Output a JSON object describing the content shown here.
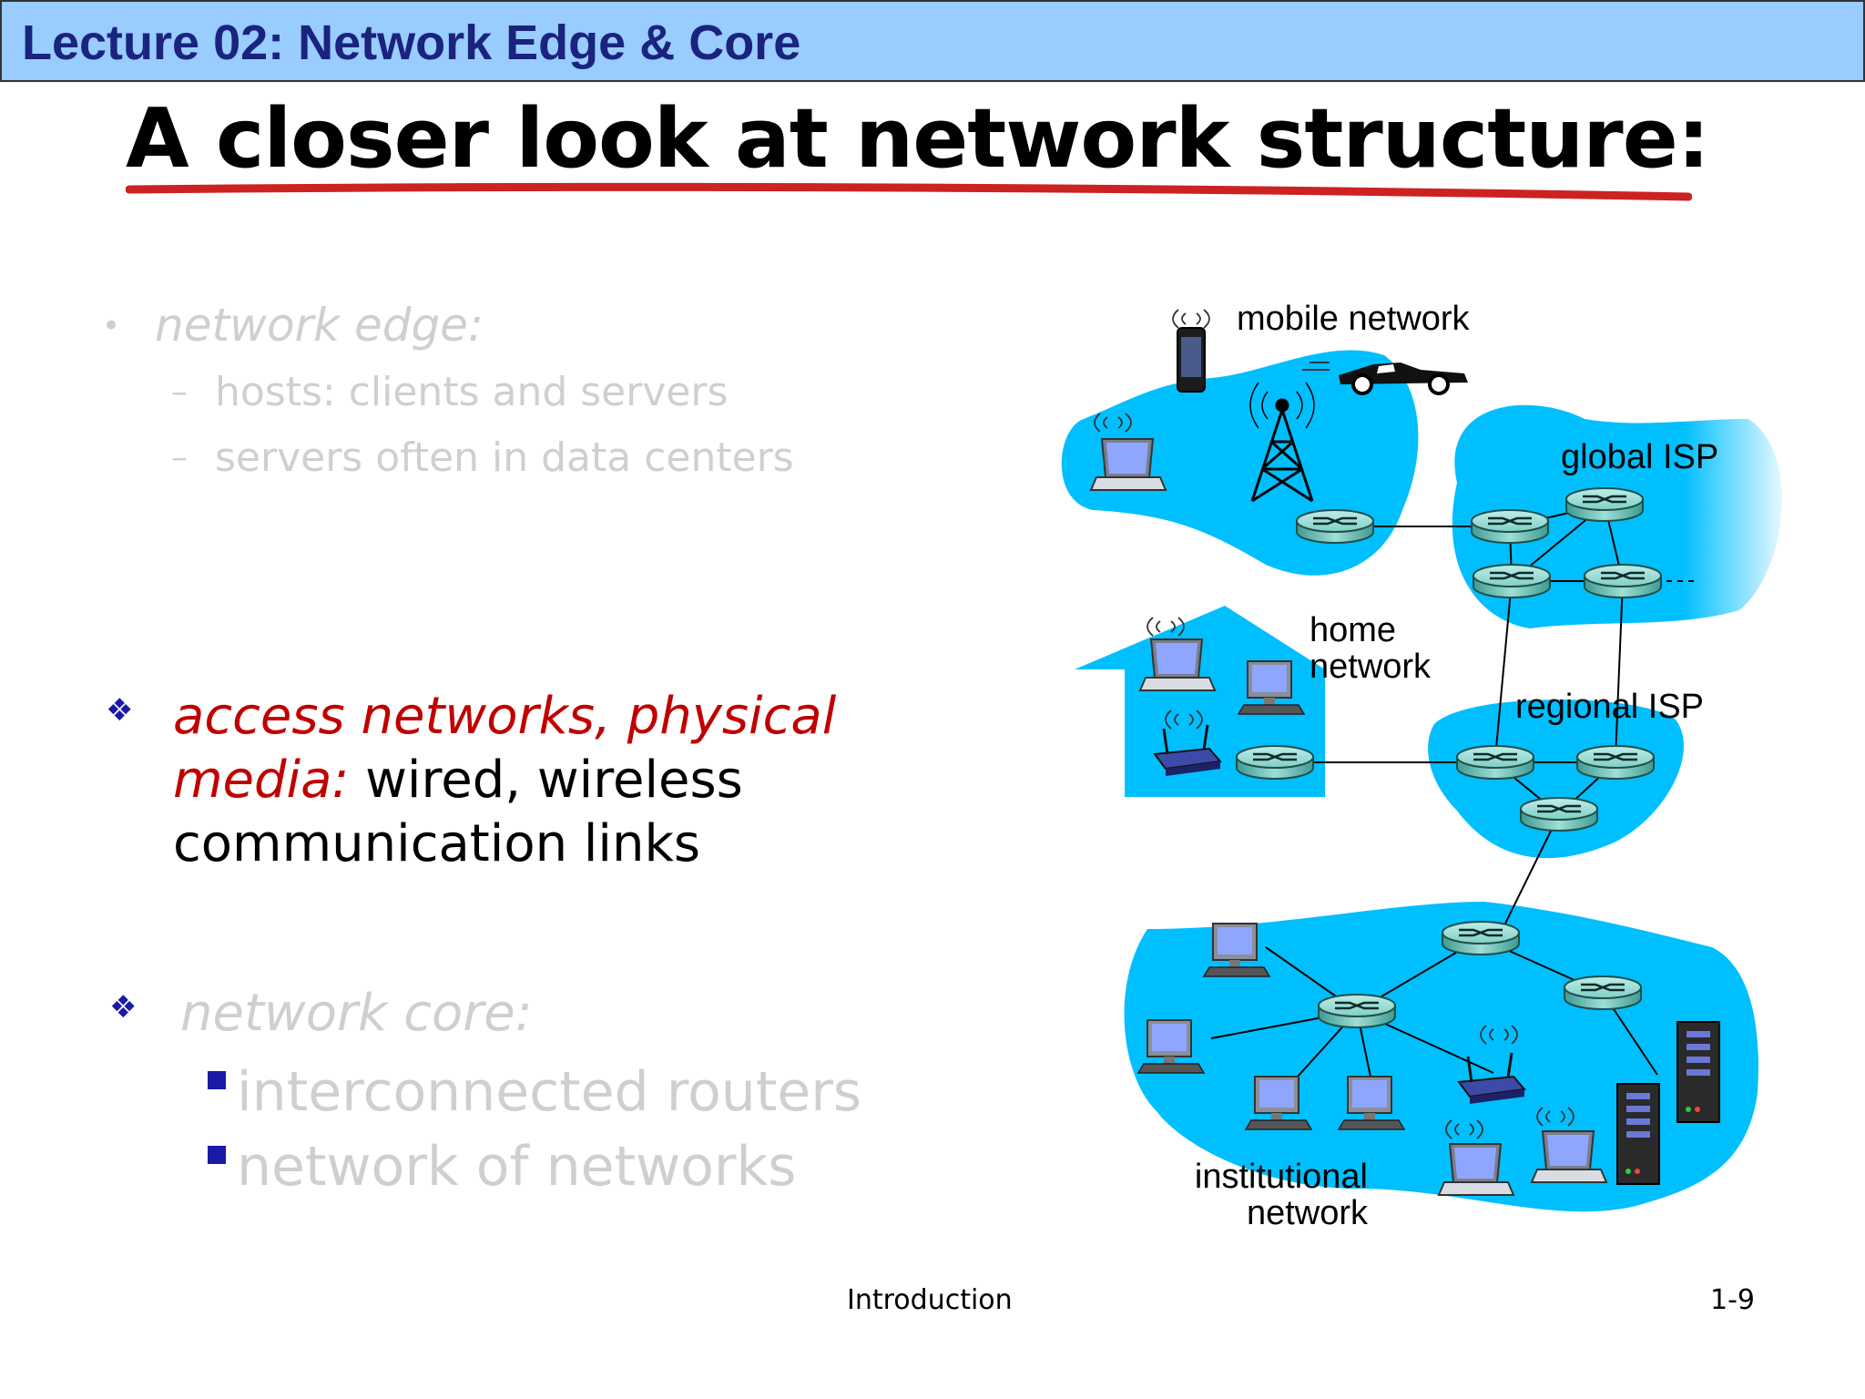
{
  "header": {
    "title": "Lecture 02: Network Edge & Core"
  },
  "slide": {
    "title": "A closer look at network structure:"
  },
  "bullets": {
    "edge": {
      "marker": "•",
      "heading": "network edge:",
      "dash": "–",
      "items": [
        "hosts: clients and servers",
        "servers often in data centers"
      ]
    },
    "access": {
      "marker": "❖",
      "heading": "access networks, physical media:",
      "rest": "wired, wireless communication links"
    },
    "core": {
      "marker": "❖",
      "heading": "network core:",
      "items": [
        "interconnected routers",
        "network of networks"
      ]
    }
  },
  "diagram": {
    "labels": {
      "mobile": "mobile network",
      "global": "global ISP",
      "home": "home network",
      "regional": "regional ISP",
      "institutional": "institutional network"
    }
  },
  "colors": {
    "header_bg": "#99ccff",
    "header_text": "#1a237e",
    "network_cloud": "#00bfff",
    "underline": "#cc2222",
    "accent_red": "#c00000",
    "bullet_blue": "#1a1aa6"
  },
  "footer": {
    "center": "Introduction",
    "page": "1-9"
  }
}
